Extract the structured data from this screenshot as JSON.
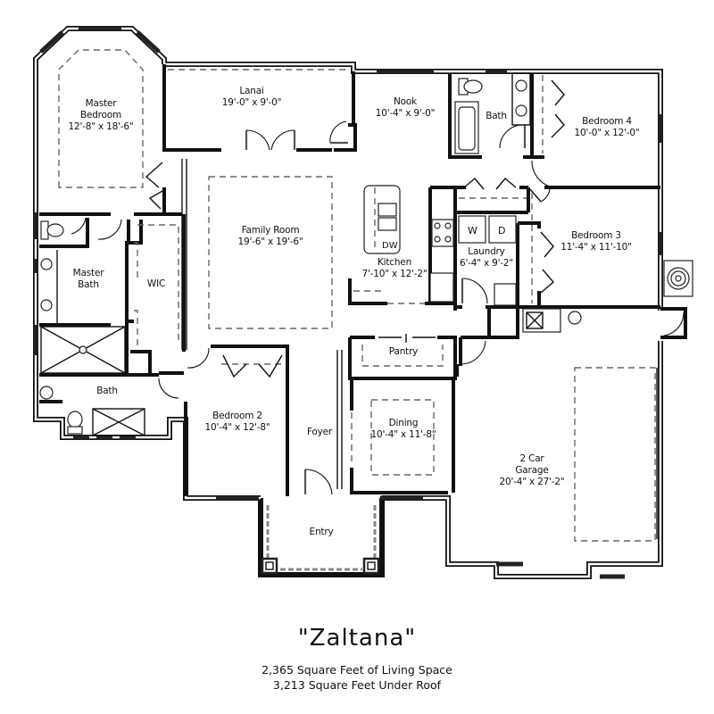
{
  "plan": {
    "name": "\"Zaltana\"",
    "living_space": "2,365 Square Feet of Living Space",
    "under_roof": "3,213 Square Feet Under Roof"
  },
  "rooms": {
    "master_bedroom": {
      "name": "Master Bedroom",
      "line1": "Master",
      "line2": "Bedroom",
      "dims": "12'-8\" x 18'-6\""
    },
    "lanai": {
      "name": "Lanai",
      "dims": "19'-0\" x 9'-0\""
    },
    "nook": {
      "name": "Nook",
      "dims": "10'-4\" x 9'-0\""
    },
    "bath_upper": {
      "name": "Bath"
    },
    "bedroom4": {
      "name": "Bedroom 4",
      "dims": "10'-0\" x 12'-0\""
    },
    "family_room": {
      "name": "Family Room",
      "dims": "19'-6\" x 19'-6\""
    },
    "kitchen": {
      "name": "Kitchen",
      "dims": "7'-10\" x 12'-2\""
    },
    "laundry": {
      "name": "Laundry",
      "dims": "6'-4\" x 9'-2\""
    },
    "bedroom3": {
      "name": "Bedroom 3",
      "dims": "11'-4\" x 11'-10\""
    },
    "master_bath": {
      "name": "Master Bath",
      "line1": "Master",
      "line2": "Bath"
    },
    "wic": {
      "name": "WIC"
    },
    "pantry": {
      "name": "Pantry"
    },
    "bath_lower": {
      "name": "Bath"
    },
    "bedroom2": {
      "name": "Bedroom 2",
      "dims": "10'-4\" x 12'-8\""
    },
    "foyer": {
      "name": "Foyer"
    },
    "dining": {
      "name": "Dining",
      "dims": "10'-4\" x 11'-8\""
    },
    "garage": {
      "name": "2 Car Garage",
      "line1": "2 Car",
      "line2": "Garage",
      "dims": "20'-4\" x 27'-2\""
    },
    "entry": {
      "name": "Entry"
    }
  },
  "fixtures": {
    "dishwasher": "DW",
    "washer": "W",
    "dryer": "D"
  }
}
